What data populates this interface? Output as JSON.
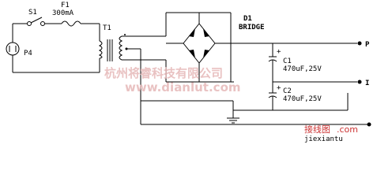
{
  "labels": {
    "s1": "S1",
    "f1": "F1",
    "f1_value": "300mA",
    "t1": "T1",
    "d1": "D1",
    "bridge": "BRIDGE",
    "p4": "P4",
    "c1": "C1",
    "c1_value": "470uF,25V",
    "c2": "C2",
    "c2_value": "470uF,25V",
    "out_p": "P",
    "out_i": "I"
  },
  "watermark": {
    "top": "杭州将睿科技有限公司",
    "site": "www.dianlut.com",
    "corner_cn": "接线图",
    "corner_com": ".com",
    "corner_url": "jiexiantu"
  },
  "colors": {
    "line": "#000000",
    "background": "#ffffff",
    "watermark": "#cc3333"
  }
}
